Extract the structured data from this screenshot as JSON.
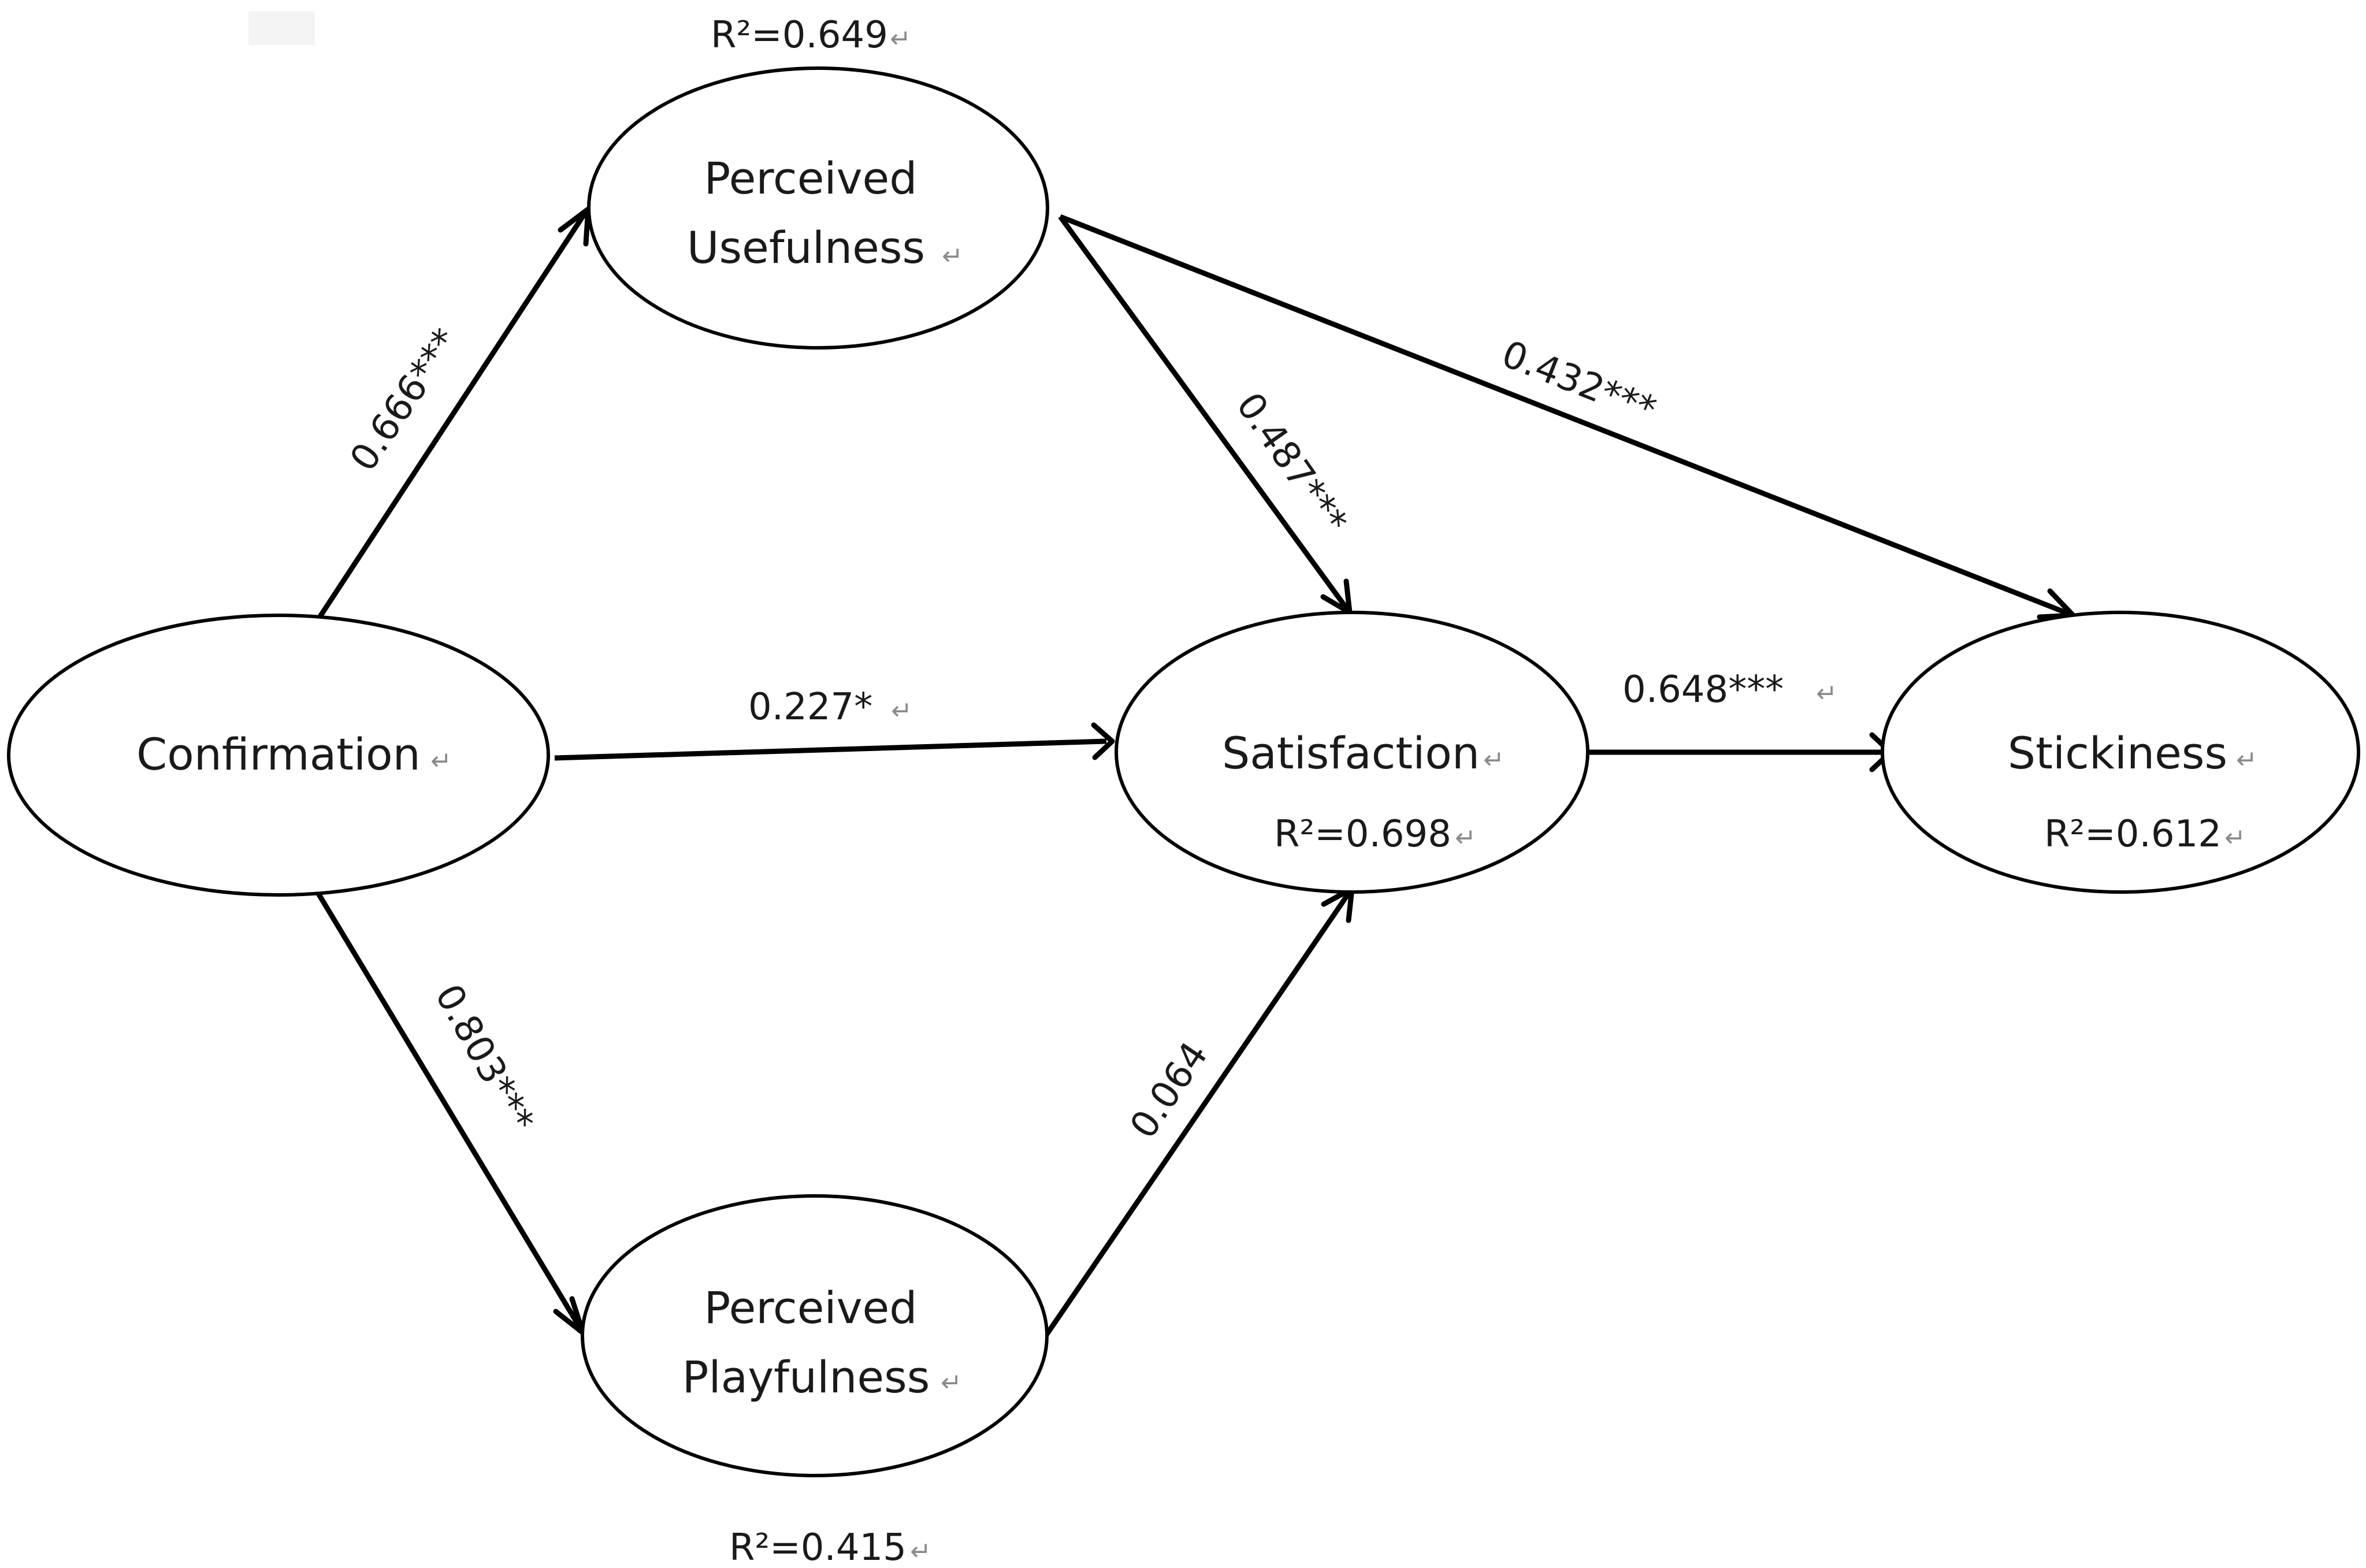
{
  "nodes": {
    "perceived_usefulness": {
      "line1": "Perceived",
      "line2": "Usefulness",
      "r2": "R²=0.649"
    },
    "confirmation": {
      "line1": "Confirmation"
    },
    "satisfaction": {
      "line1": "Satisfaction",
      "r2": "R²=0.698"
    },
    "stickiness": {
      "line1": "Stickiness",
      "r2": "R²=0.612"
    },
    "perceived_playfulness": {
      "line1": "Perceived",
      "line2": "Playfulness",
      "r2": "R²=0.415"
    }
  },
  "paths": [
    {
      "from": "Confirmation",
      "to": "Perceived Usefulness",
      "coef": "0.666***"
    },
    {
      "from": "Confirmation",
      "to": "Satisfaction",
      "coef": "0.227*"
    },
    {
      "from": "Confirmation",
      "to": "Perceived Playfulness",
      "coef": "0.803***"
    },
    {
      "from": "Perceived Usefulness",
      "to": "Satisfaction",
      "coef": "0.487***"
    },
    {
      "from": "Perceived Usefulness",
      "to": "Stickiness",
      "coef": "0.432***"
    },
    {
      "from": "Perceived Playfulness",
      "to": "Satisfaction",
      "coef": "0.064"
    },
    {
      "from": "Satisfaction",
      "to": "Stickiness",
      "coef": "0.648***"
    }
  ],
  "paragraph_mark": "↵"
}
